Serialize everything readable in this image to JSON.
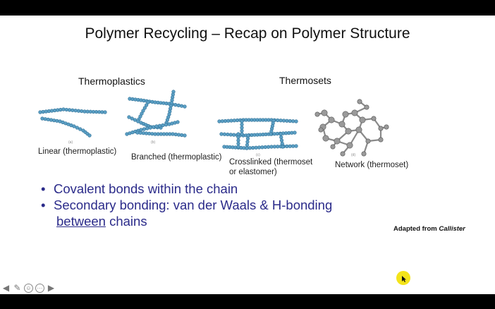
{
  "slide": {
    "title": "Polymer Recycling – Recap on Polymer Structure",
    "sections": {
      "thermoplastics": "Thermoplastics",
      "thermosets": "Thermosets"
    },
    "figures": {
      "linear": "Linear (thermoplastic)",
      "branched": "Branched (thermoplastic)",
      "crosslinked_line1": "Crosslinked (thermoset",
      "crosslinked_line2": "or elastomer)",
      "network": "Network (thermoset)",
      "sub_a": "(a)",
      "sub_b": "(b)",
      "sub_c": "(c)",
      "sub_d": "(d)"
    },
    "bullets": {
      "b1": "Covalent bonds within the chain",
      "b2": "Secondary bonding: van der Waals & H-bonding",
      "b2_cont_underlined": "between",
      "b2_cont_rest": " chains"
    },
    "credit": {
      "prefix": "Adapted from ",
      "author": "Callister"
    }
  },
  "toolbar": {
    "icons": [
      "arrow-left-icon",
      "pen-icon",
      "highlighter-icon",
      "menu-circle-icon",
      "arrow-right-icon"
    ]
  },
  "colors": {
    "bead": "#5b9fc4",
    "bead_stroke": "#2e6f95",
    "bullet_text": "#2b2b8a",
    "pointer": "#f4e41a"
  }
}
